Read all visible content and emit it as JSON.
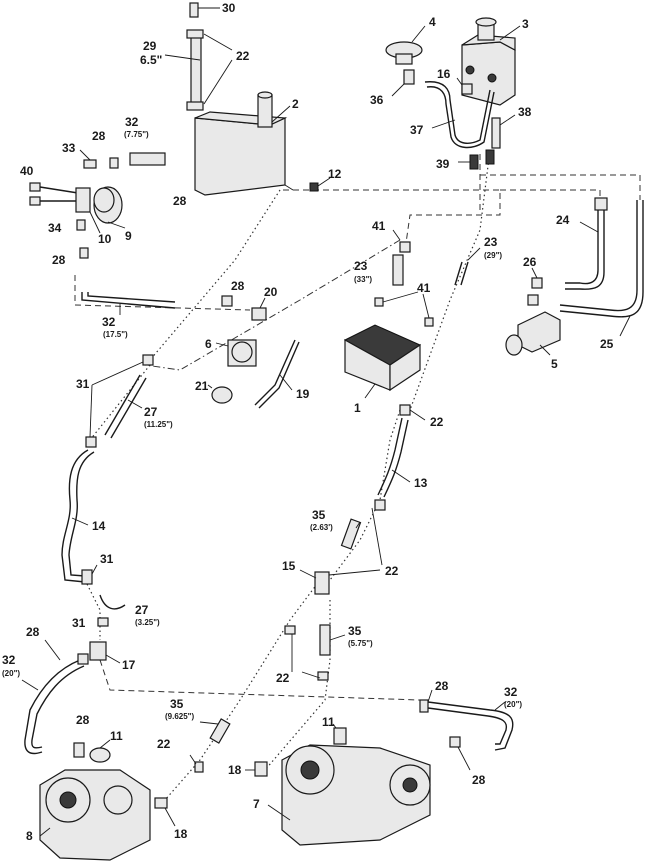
{
  "labels": {
    "p1": "1",
    "p2": "2",
    "p3": "3",
    "p4": "4",
    "p5": "5",
    "p6": "6",
    "p7": "7",
    "p8": "8",
    "p9": "9",
    "p10": "10",
    "p11a": "11",
    "p11b": "11",
    "p12": "12",
    "p13": "13",
    "p14": "14",
    "p15": "15",
    "p16": "16",
    "p17": "17",
    "p18a": "18",
    "p18b": "18",
    "p19": "19",
    "p20": "20",
    "p21": "21",
    "p22a": "22",
    "p22b": "22",
    "p22c": "22",
    "p22d": "22",
    "p22e": "22",
    "p23a": "23",
    "p23a_len": "(33\")",
    "p23b": "23",
    "p23b_len": "(29\")",
    "p24": "24",
    "p25": "25",
    "p26": "26",
    "p27a": "27",
    "p27a_len": "(11.25\")",
    "p27b": "27",
    "p27b_len": "(3.25\")",
    "p28a": "28",
    "p28b": "28",
    "p28c": "28",
    "p28d": "28",
    "p28e": "28",
    "p28f": "28",
    "p28g": "28",
    "p28h": "28",
    "p29": "29",
    "p29_len": "6.5\"",
    "p30": "30",
    "p31a": "31",
    "p31b": "31",
    "p31c": "31",
    "p32a": "32",
    "p32a_len": "(7.75\")",
    "p32b": "32",
    "p32b_len": "(17.5\")",
    "p32c": "32",
    "p32c_len": "(20\")",
    "p32d": "32",
    "p32d_len": "(20\")",
    "p33": "33",
    "p34": "34",
    "p35a": "35",
    "p35a_len": "(2.63')",
    "p35b": "35",
    "p35b_len": "(5.75\")",
    "p35c": "35",
    "p35c_len": "(9.625\")",
    "p36": "36",
    "p37": "37",
    "p38": "38",
    "p39": "39",
    "p40": "40",
    "p41a": "41",
    "p41b": "41"
  }
}
